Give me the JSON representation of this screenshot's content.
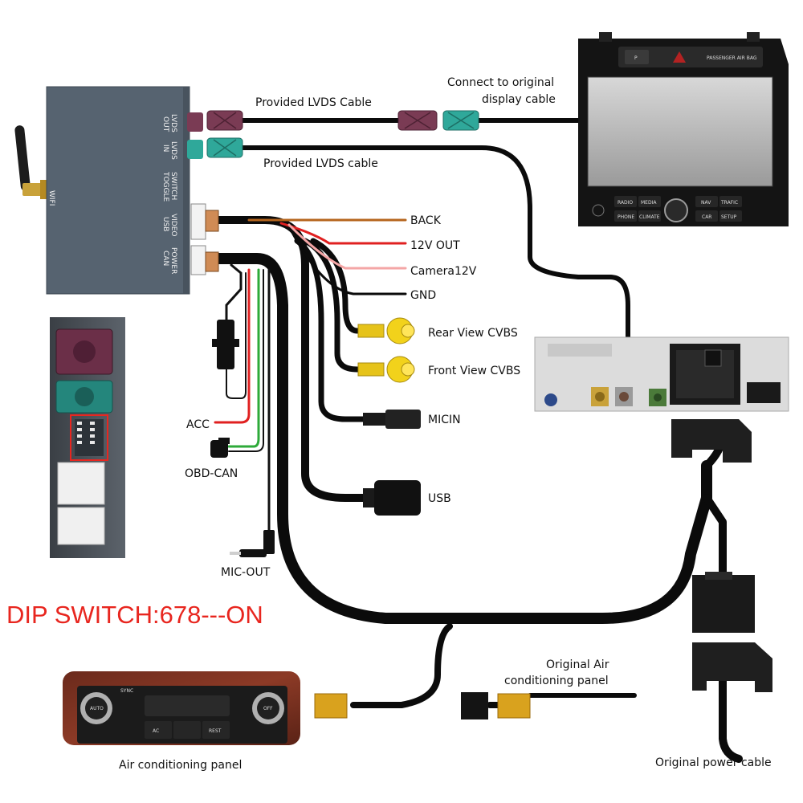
{
  "module": {
    "wifi_label": "WIFI",
    "ports": [
      {
        "label1": "OUT",
        "label2": "LVDS"
      },
      {
        "label1": "IN",
        "label2": "LVDS"
      },
      {
        "label1": "TOGGLE",
        "label2": "SWITCH"
      },
      {
        "label1": "USB",
        "label2": "VIDEO"
      },
      {
        "label1": "CAN",
        "label2": "POWER"
      }
    ]
  },
  "cables": {
    "lvds_out": "Provided LVDS Cable",
    "lvds_in": "Provided LVDS cable",
    "display_cable_line1": "Connect to original",
    "display_cable_line2": "display cable"
  },
  "outputs": {
    "back": "BACK",
    "v12_out": "12V OUT",
    "camera12v": "Camera12V",
    "gnd": "GND",
    "rear_view": "Rear View CVBS",
    "front_view": "Front View CVBS",
    "micin": "MICIN",
    "usb": "USB"
  },
  "power": {
    "acc": "ACC",
    "obd_can": "OBD-CAN",
    "mic_out": "MIC-OUT"
  },
  "dip_switch": "DIP SWITCH:678---ON",
  "headunit": {
    "buttons_top": [
      "P",
      "PASSENGER AIR BAG"
    ],
    "buttons_bottom": [
      "RADIO",
      "MEDIA",
      "NAV",
      "TRAFIC",
      "PHONE",
      "CLIMATE",
      "CAR",
      "SETUP"
    ]
  },
  "ac_panel": {
    "label": "Air conditioning panel",
    "buttons": [
      "SYNC",
      "AUTO",
      "OFF",
      "AC",
      "REST"
    ]
  },
  "original_ac_line1": "Original  Air",
  "original_ac_line2": "conditioning panel",
  "original_power": "Original power cable",
  "colors": {
    "dip_text": "#e8261f",
    "wire_back": "#b5651d",
    "wire_12v": "#e02020",
    "wire_cam12v": "#f4a6a6",
    "wire_acc": "#e02020",
    "wire_green": "#2eaa3a",
    "fakra_violet": "#7a3b54",
    "fakra_teal": "#2fa89a",
    "rca_yellow": "#f2d21b",
    "module_body": "#566370",
    "amber_connector": "#d9a21e"
  }
}
